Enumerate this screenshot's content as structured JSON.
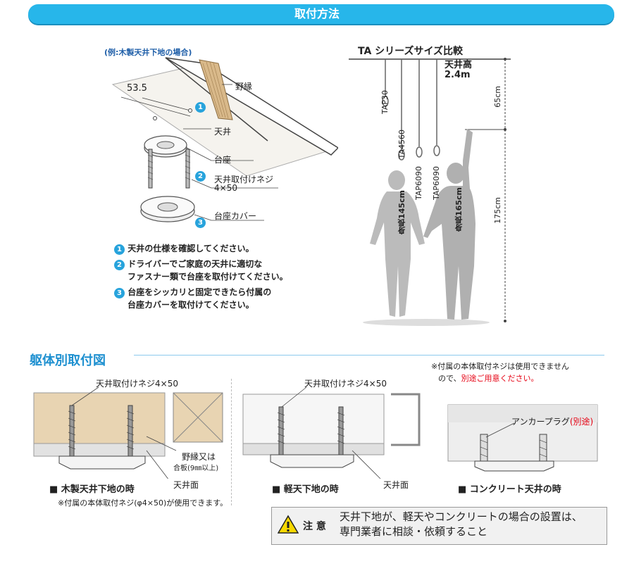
{
  "header": {
    "title": "取付方法"
  },
  "install": {
    "example_label": "(例:木製天井下地の場合)",
    "dim_label": "53.5",
    "joist_label": "野縁",
    "ceiling_label": "天井",
    "base_label": "台座",
    "screw_label_1": "天井取付けネジ",
    "screw_label_2": "4×50",
    "cover_label": "台座カバー",
    "markers": [
      "1",
      "2",
      "3"
    ],
    "steps": [
      {
        "num": "1",
        "line1": "天井の仕様を確認してください。",
        "line2": ""
      },
      {
        "num": "2",
        "line1": "ドライバーでご家庭の天井に適切な",
        "line2": "ファスナー類で台座を取付けてください。"
      },
      {
        "num": "3",
        "line1": "台座をシッカリと固定できたら付属の",
        "line2": "台座カバーを取付けてください。"
      }
    ]
  },
  "size_compare": {
    "title": "TA シリーズサイズ比較",
    "ceiling_height_1": "天井高",
    "ceiling_height_2": "2.4m",
    "models": [
      "TAP30",
      "TA4560",
      "TAP6090",
      "TAP6090"
    ],
    "dim_top": "65cm",
    "dim_bottom": "175cm",
    "person1": "身長145cm",
    "person2": "身長165cm"
  },
  "body_section": {
    "title": "躯体別取付図",
    "note_top_1": "※付属の本体取付ネジは使用できません",
    "note_top_2a": "ので、",
    "note_top_2b": "別途ご用意ください。",
    "wood": {
      "screw_label": "天井取付けネジ4×50",
      "joist_label_1": "野縁又は",
      "joist_label_2": "合板(9㎜以上)",
      "ceiling_face": "天井面",
      "caption": "■ 木製天井下地の時",
      "note": "※付属の本体取付ネジ(φ4×50)が使用できます。"
    },
    "light": {
      "screw_label": "天井取付けネジ4×50",
      "ceiling_face": "天井面",
      "caption": "■ 軽天下地の時"
    },
    "concrete": {
      "anchor_label": "アンカープラグ",
      "anchor_note": "(別途)",
      "caption": "■ コンクリート天井の時"
    }
  },
  "warning": {
    "label": "注 意",
    "line1": "天井下地が、軽天やコンクリートの場合の設置は、",
    "line2": "専門業者に相談・依頼すること"
  },
  "colors": {
    "accent": "#27b6ea",
    "wood": "#e8d4b2",
    "red": "#e60012"
  }
}
